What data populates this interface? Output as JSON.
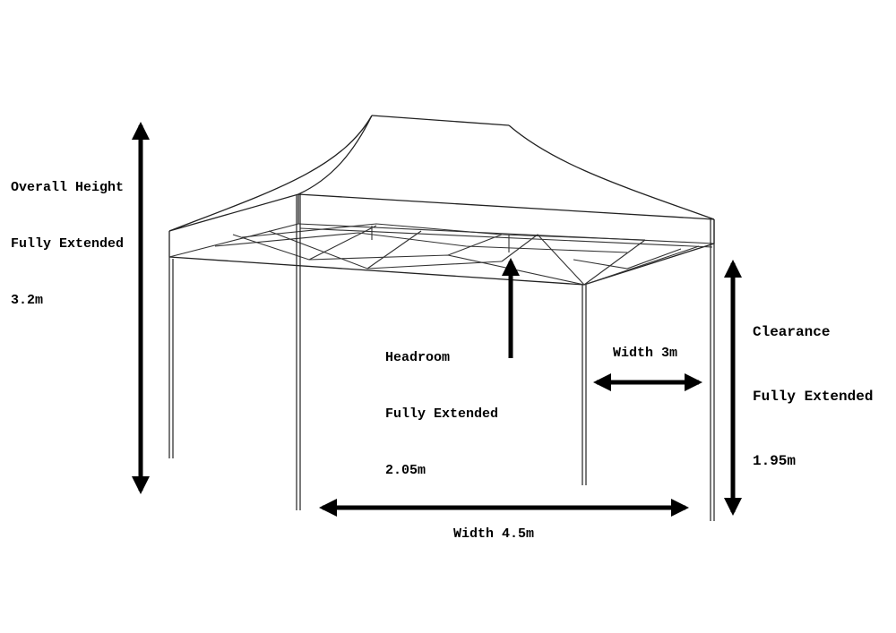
{
  "labels": {
    "overall_height": {
      "line1": "Overall Height",
      "line2": "Fully Extended",
      "line3": "3.2m"
    },
    "headroom": {
      "line1": "Headroom",
      "line2": "Fully Extended",
      "line3": "2.05m"
    },
    "clearance": {
      "line1": "Clearance",
      "line2": "Fully Extended",
      "line3": "1.95m"
    },
    "width_short": "Width 3m",
    "width_long": "Width 4.5m"
  },
  "colors": {
    "line": "#000000",
    "background": "#ffffff"
  }
}
